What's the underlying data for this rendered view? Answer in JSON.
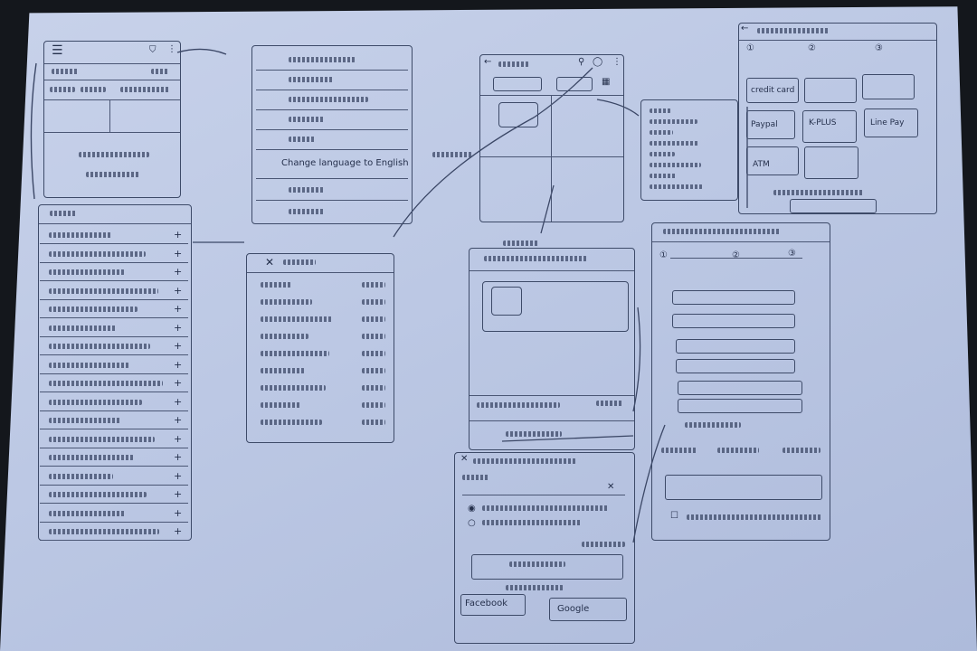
{
  "side_menu": {
    "change_language": "Change language to English"
  },
  "login": {
    "facebook": "Facebook",
    "google": "Google"
  },
  "payment": {
    "credit_card": "credit card",
    "paypal": "Paypal",
    "kbank": "K-PLUS",
    "line_pay": "Line Pay",
    "atm": "ATM"
  },
  "category_rows": 17,
  "filter_rows": 9,
  "sort_rows": 8
}
